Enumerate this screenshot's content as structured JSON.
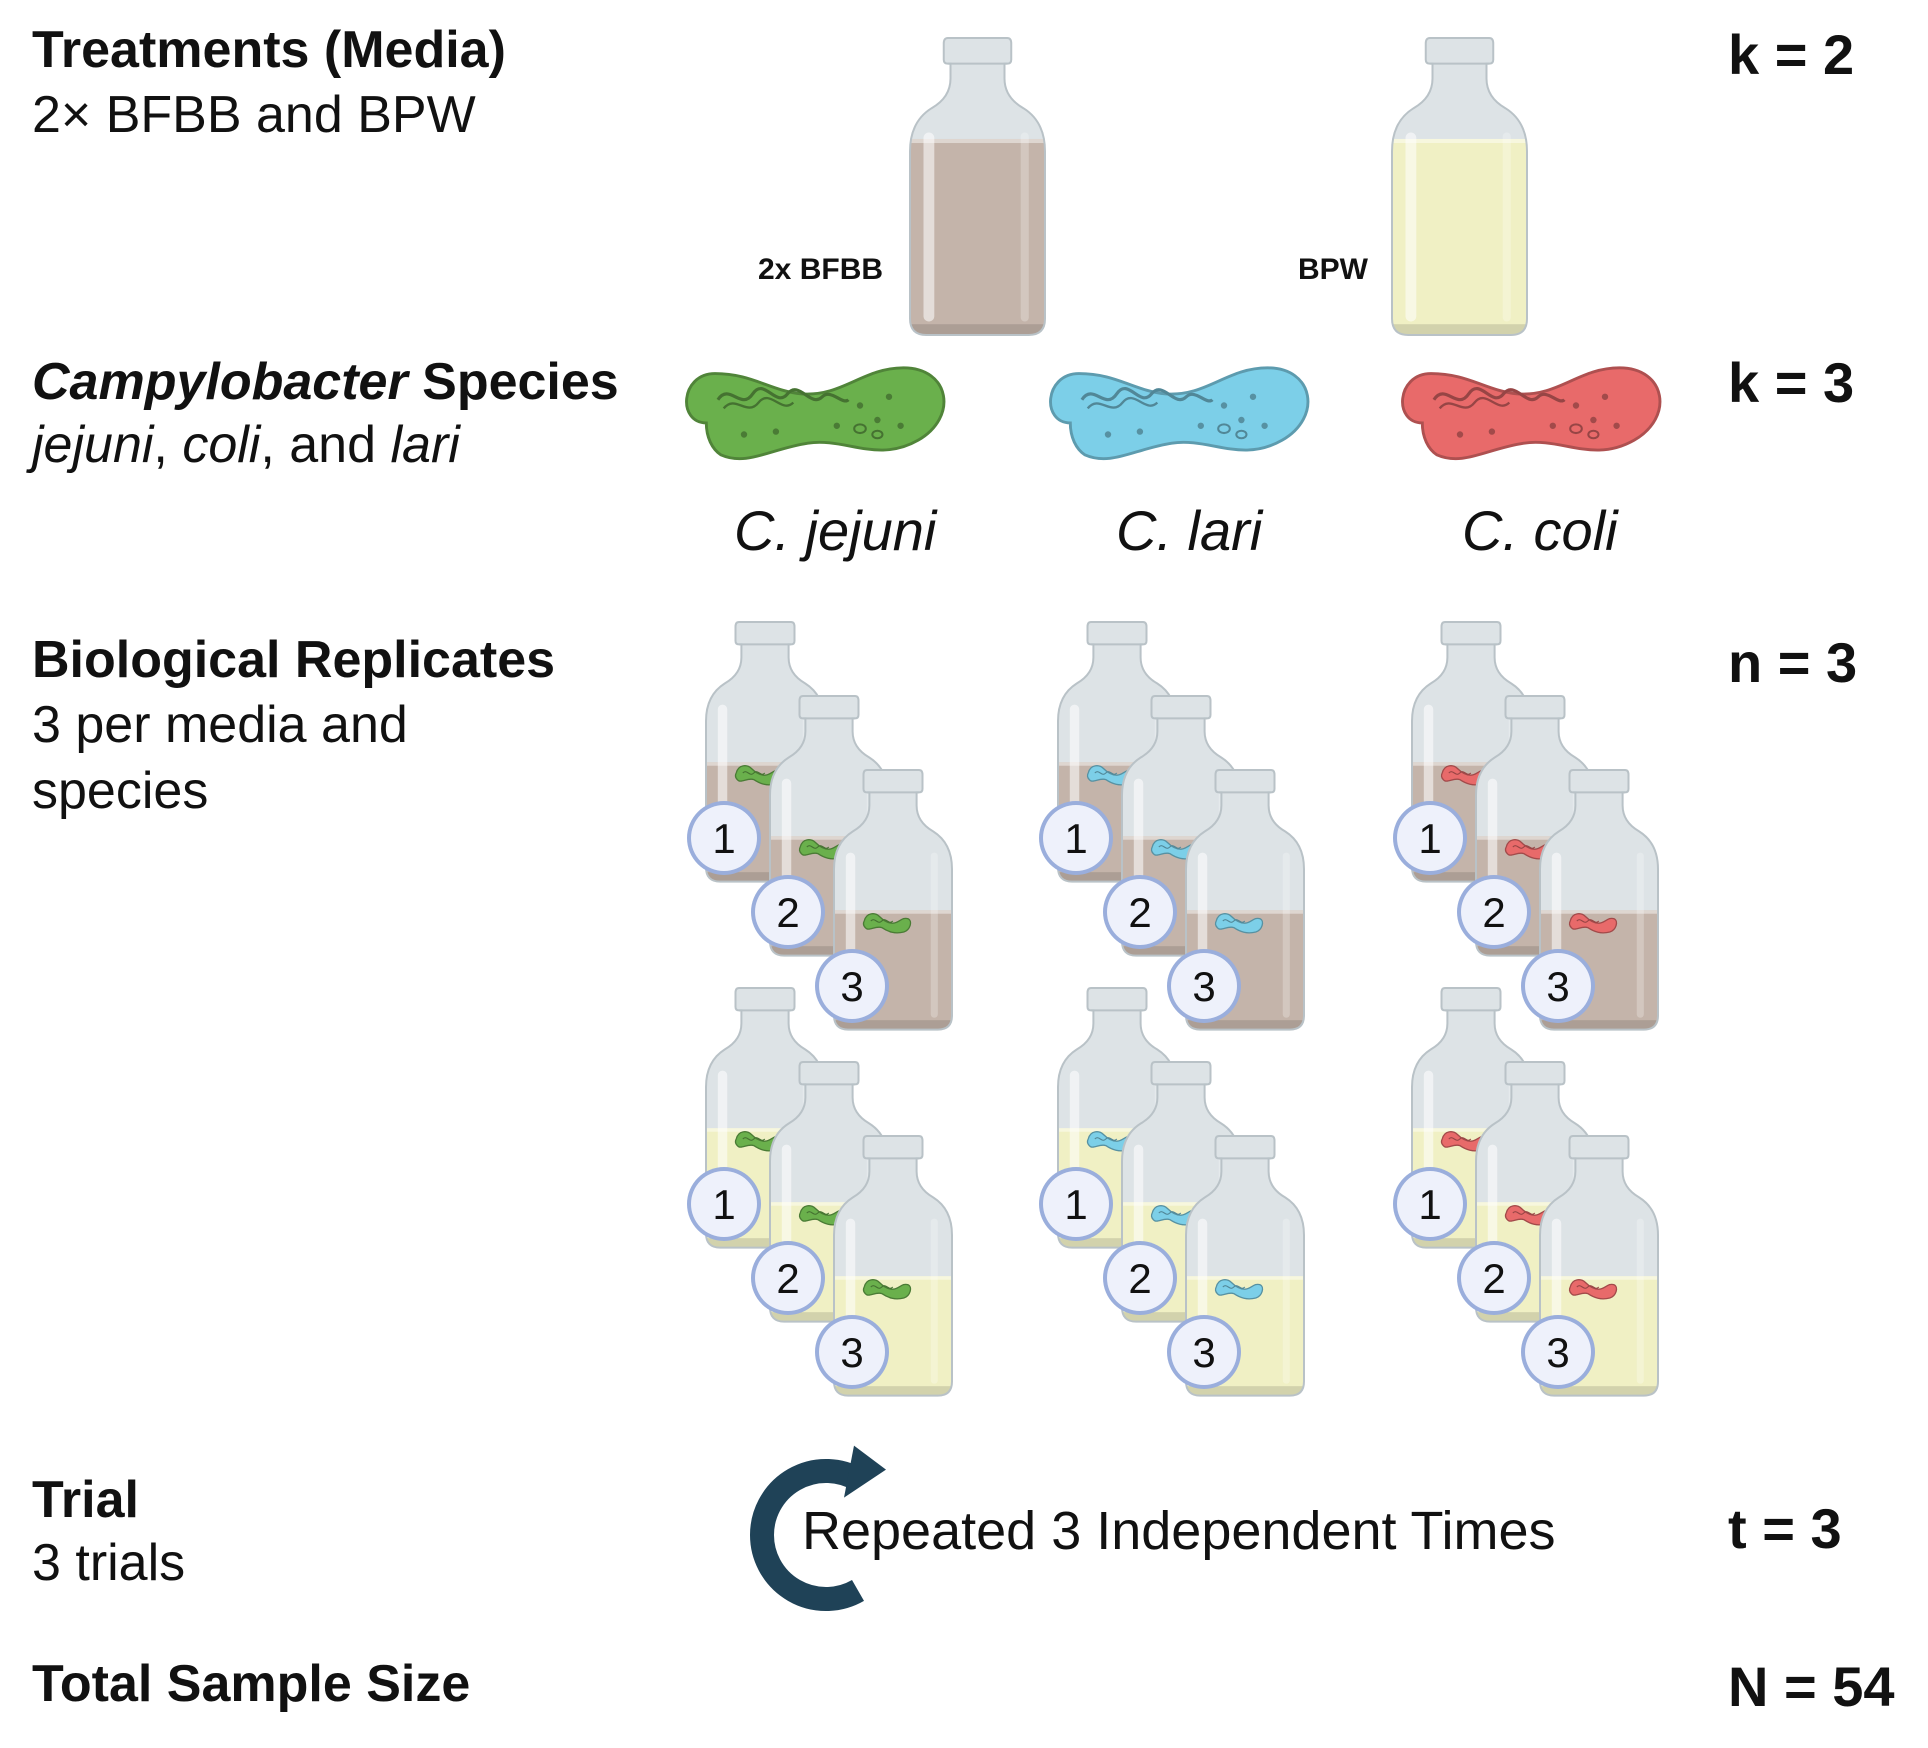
{
  "rows": {
    "treatments": {
      "title": "Treatments (Media)",
      "subtitle": "2× BFBB and BPW",
      "stat": "k = 2"
    },
    "species": {
      "title_italic": "Campylobacter",
      "title_rest": " Species",
      "sub_1": "jejuni",
      "sub_2": ", ",
      "sub_3": "coli",
      "sub_4": ", and ",
      "sub_5": "lari",
      "stat": "k = 3"
    },
    "replicates": {
      "title": "Biological Replicates",
      "subtitle_line1": "3 per media and",
      "subtitle_line2": "species",
      "stat": "n = 3"
    },
    "trial": {
      "title": "Trial",
      "subtitle": "3 trials",
      "stat": "t = 3",
      "repeat_text": "Repeated 3 Independent Times"
    },
    "total": {
      "title": "Total Sample Size",
      "stat": "N = 54"
    }
  },
  "media": [
    {
      "label": "2x BFBB",
      "color": "#c4b4aa"
    },
    {
      "label": "BPW",
      "color": "#f0f0c4"
    }
  ],
  "bacteria": [
    {
      "name": "C. jejuni",
      "color": "#6ab04c"
    },
    {
      "name": "C. lari",
      "color": "#7ccfe8"
    },
    {
      "name": "C. coli",
      "color": "#e86a6a"
    }
  ],
  "replicate_numbers": [
    "1",
    "2",
    "3"
  ],
  "colors": {
    "glass": "#dde3e6",
    "glass_edge": "#b9c2c7",
    "badge_fill": "#eef1fb",
    "badge_ring": "#9aaedc",
    "cycle_arrow": "#1f4257"
  }
}
